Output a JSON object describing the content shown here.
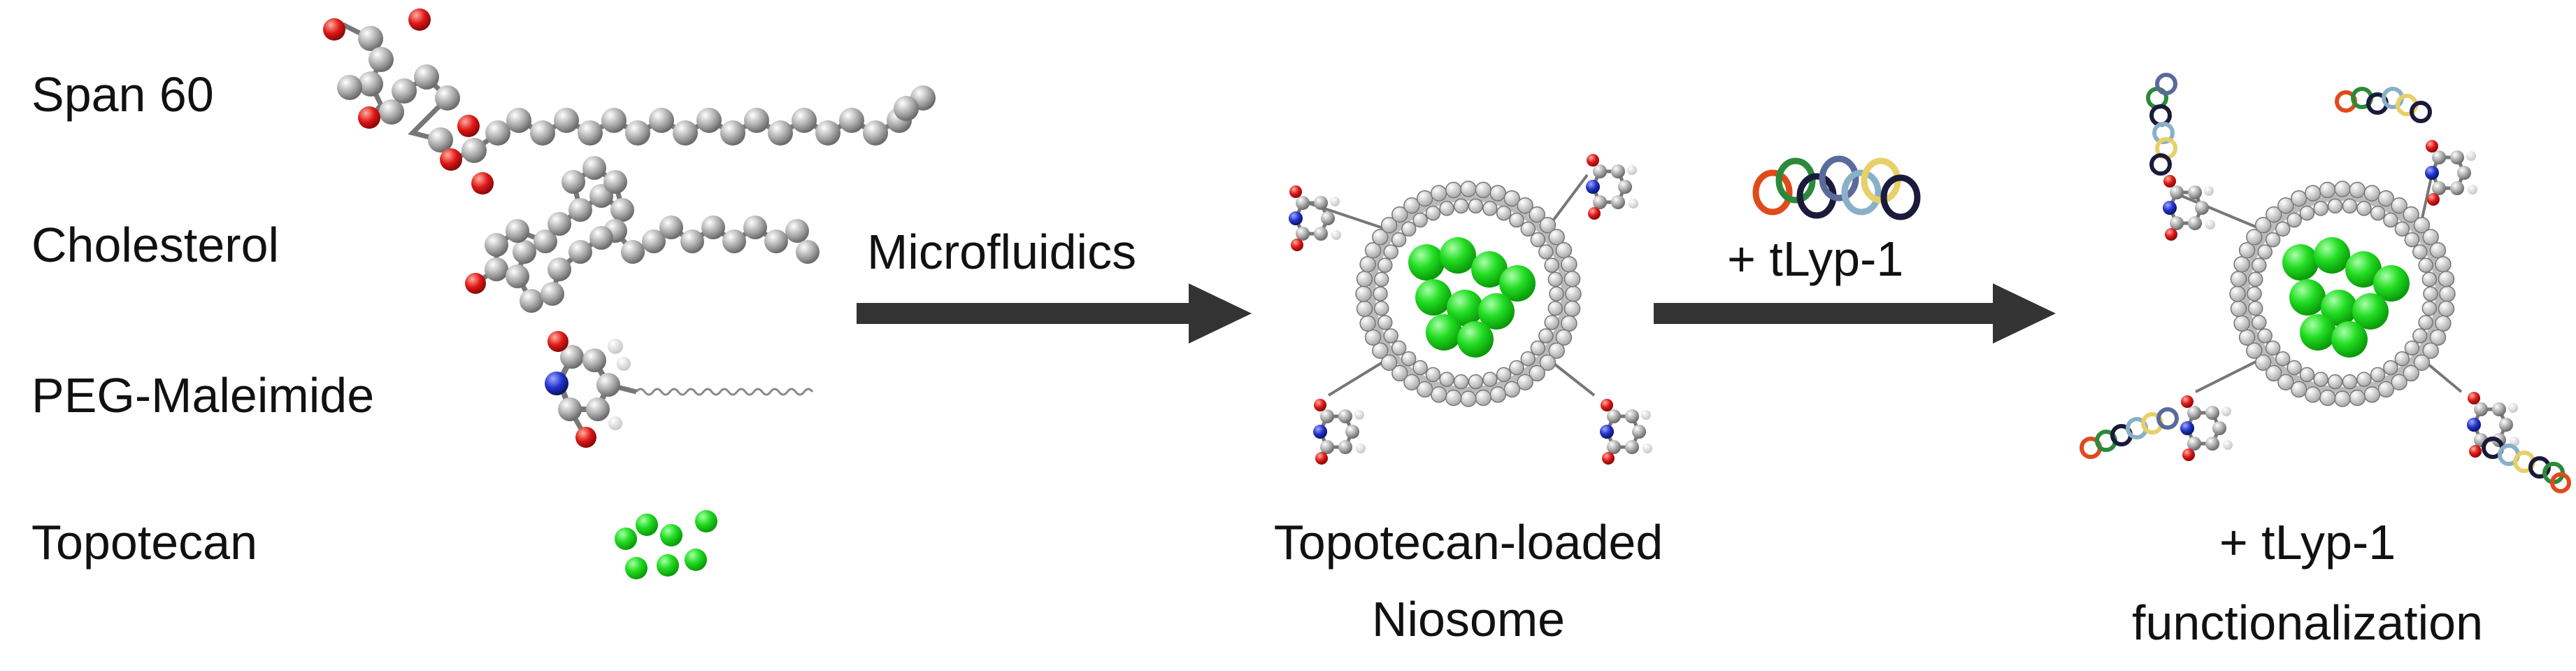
{
  "components": [
    {
      "label": "Span 60",
      "icon": "span60-molecule-icon"
    },
    {
      "label": "Cholesterol",
      "icon": "cholesterol-molecule-icon"
    },
    {
      "label": "PEG-Maleimide",
      "icon": "peg-maleimide-molecule-icon"
    },
    {
      "label": "Topotecan",
      "icon": "topotecan-dots-icon"
    }
  ],
  "step1": {
    "label": "Microfluidics"
  },
  "step2": {
    "label": "+ tLyp-1",
    "icon": "tlyp1-peptide-chain-icon"
  },
  "product1": {
    "line1": "Topotecan-loaded",
    "line2": "Niosome"
  },
  "product2": {
    "line1": "+ tLyp-1",
    "line2": "functionalization"
  },
  "colors": {
    "drug_green": "#22dd22",
    "oxygen_red": "#e01818",
    "nitrogen_blue": "#2233cc",
    "carbon_gray": "#a8a8a8",
    "arrow": "#333333",
    "peptide_ring_colors": [
      "#e04a1a",
      "#2a8a3a",
      "#1a1a3a",
      "#8ab0c8",
      "#e8d068",
      "#5a6a9a"
    ]
  }
}
